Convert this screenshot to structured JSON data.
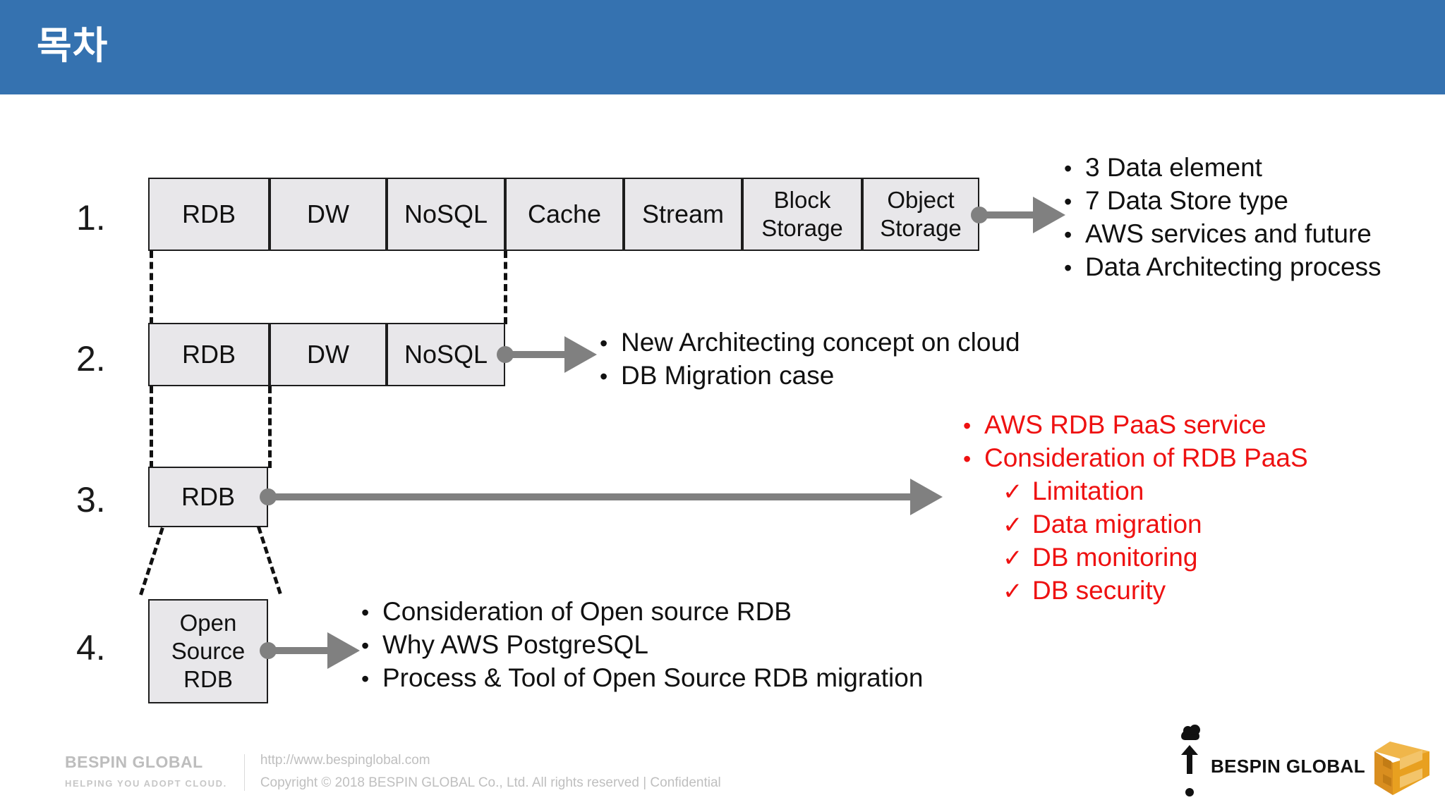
{
  "header": {
    "title": "목차"
  },
  "diagram": {
    "rows": [
      {
        "number": "1.",
        "boxes": [
          "RDB",
          "DW",
          "NoSQL",
          "Cache",
          "Stream",
          "Block Storage",
          "Object Storage"
        ],
        "bullets": [
          "3 Data element",
          "7 Data Store type",
          "AWS services and future",
          "Data Architecting process"
        ],
        "bullet_color": "#111111"
      },
      {
        "number": "2.",
        "boxes": [
          "RDB",
          "DW",
          "NoSQL"
        ],
        "bullets": [
          "New Architecting concept on cloud",
          "DB Migration case"
        ],
        "bullet_color": "#111111"
      },
      {
        "number": "3.",
        "boxes": [
          "RDB"
        ],
        "bullets": [
          "AWS RDB PaaS service",
          "Consideration of RDB PaaS"
        ],
        "sub_bullets": [
          "Limitation",
          "Data migration",
          "DB monitoring",
          "DB security"
        ],
        "bullet_color": "#EE1111"
      },
      {
        "number": "4.",
        "boxes": [
          "Open Source RDB"
        ],
        "bullets": [
          "Consideration of Open source RDB",
          "Why AWS PostgreSQL",
          "Process & Tool of Open Source RDB migration"
        ],
        "bullet_color": "#111111"
      }
    ],
    "bullet_marker": "•",
    "check_marker": "✓"
  },
  "box_labels": {
    "block_storage_l1": "Block",
    "block_storage_l2": "Storage",
    "object_storage_l1": "Object",
    "object_storage_l2": "Storage",
    "open_l1": "Open",
    "open_l2": "Source",
    "open_l3": "RDB"
  },
  "footer": {
    "brand": "BESPIN GLOBAL",
    "tagline": "HELPING YOU ADOPT CLOUD.",
    "url": "http://www.bespinglobal.com",
    "copyright": "Copyright © 2018 BESPIN GLOBAL Co., Ltd. All rights reserved   |  Confidential",
    "logo_name": "BESPIN GLOBAL"
  },
  "colors": {
    "header_blue": "#3572B0",
    "box_fill": "#E8E7EA",
    "box_border": "#1d1d1d",
    "arrow_gray": "#808080",
    "accent_red": "#EE1111",
    "logo_orange": "#E8A020"
  }
}
